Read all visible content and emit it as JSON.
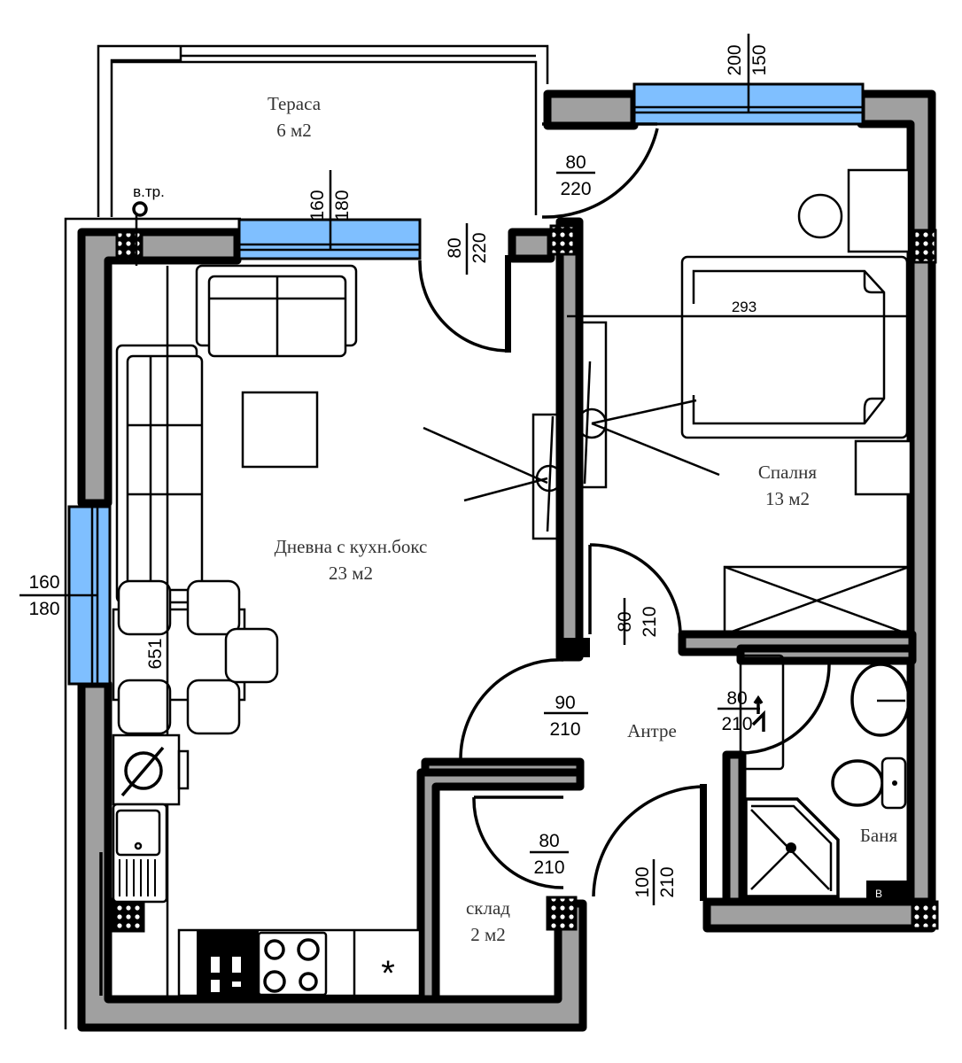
{
  "rooms": {
    "terrace": {
      "name": "Тераса",
      "area": "6 м2"
    },
    "living": {
      "name": "Дневна с кухн.бокс",
      "area": "23 м2"
    },
    "bedroom": {
      "name": "Спалня",
      "area": "13 м2"
    },
    "hall": {
      "name": "Антре"
    },
    "storage": {
      "name": "склад",
      "area": "2 м2"
    },
    "bathroom": {
      "name": "Баня"
    }
  },
  "labels": {
    "water_pipe": "в.тр.",
    "boiler": "B",
    "fridge_symbol": "*"
  },
  "windows": {
    "living_top": {
      "width": "160",
      "height": "180"
    },
    "living_left": {
      "width": "160",
      "height": "180"
    },
    "bedroom_top": {
      "width": "200",
      "height": "150"
    }
  },
  "doors": {
    "terrace_bedroom": {
      "width": "80",
      "height": "220"
    },
    "terrace_living": {
      "width": "80",
      "height": "220"
    },
    "bedroom": {
      "width": "80",
      "height": "210"
    },
    "living": {
      "width": "90",
      "height": "210"
    },
    "bathroom": {
      "width": "80",
      "height": "210"
    },
    "storage": {
      "width": "80",
      "height": "210"
    },
    "entrance": {
      "width": "100",
      "height": "210"
    }
  },
  "dimensions": {
    "bedroom_width": "293",
    "living_length": "651"
  },
  "colors": {
    "wall": "#a0a0a0",
    "glass": "#7fbfff",
    "line": "#000000"
  }
}
